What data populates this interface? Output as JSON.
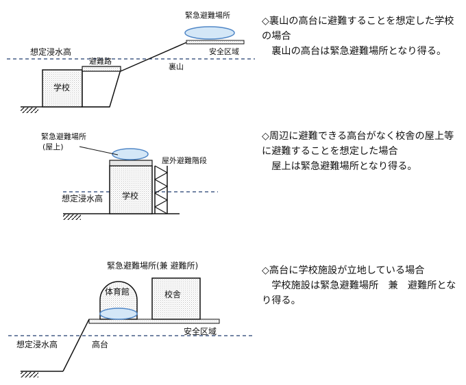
{
  "colors": {
    "water_line": "#1f3a6e",
    "shelter_fill": "#d4e7f7",
    "shelter_stroke": "#4f86c6",
    "ink": "#111111"
  },
  "icons": {
    "ground": "ground-hatch-icon",
    "shelter": "shelter-ellipse-icon"
  },
  "scenarios": [
    {
      "diagram": {
        "shelter": "緊急避難場所",
        "safe_area": "安全区域",
        "flood_level": "想定浸水高",
        "evac_route": "避難路",
        "hill": "裏山",
        "school": "学校"
      },
      "heading": "◇裏山の高台に避難することを想定した学校の場合",
      "body": "裏山の高台は緊急避難場所となり得る。"
    },
    {
      "diagram": {
        "shelter_line1": "緊急避難場所",
        "shelter_line2": "(屋上)",
        "stairs": "屋外避難階段",
        "flood_level": "想定浸水高",
        "school": "学校"
      },
      "heading": "◇周辺に避難できる高台がなく校舎の屋上等に避難することを想定した場合",
      "body": "屋上は緊急避難場所となり得る。"
    },
    {
      "diagram": {
        "shelter": "緊急避難場所(兼 避難所)",
        "gym": "体育館",
        "main_building": "校舎",
        "safe_area": "安全区域",
        "flood_level": "想定浸水高",
        "highland": "高台"
      },
      "heading": "◇高台に学校施設が立地している場合",
      "body": "学校施設は緊急避難場所　兼　避難所となり得る。"
    }
  ]
}
